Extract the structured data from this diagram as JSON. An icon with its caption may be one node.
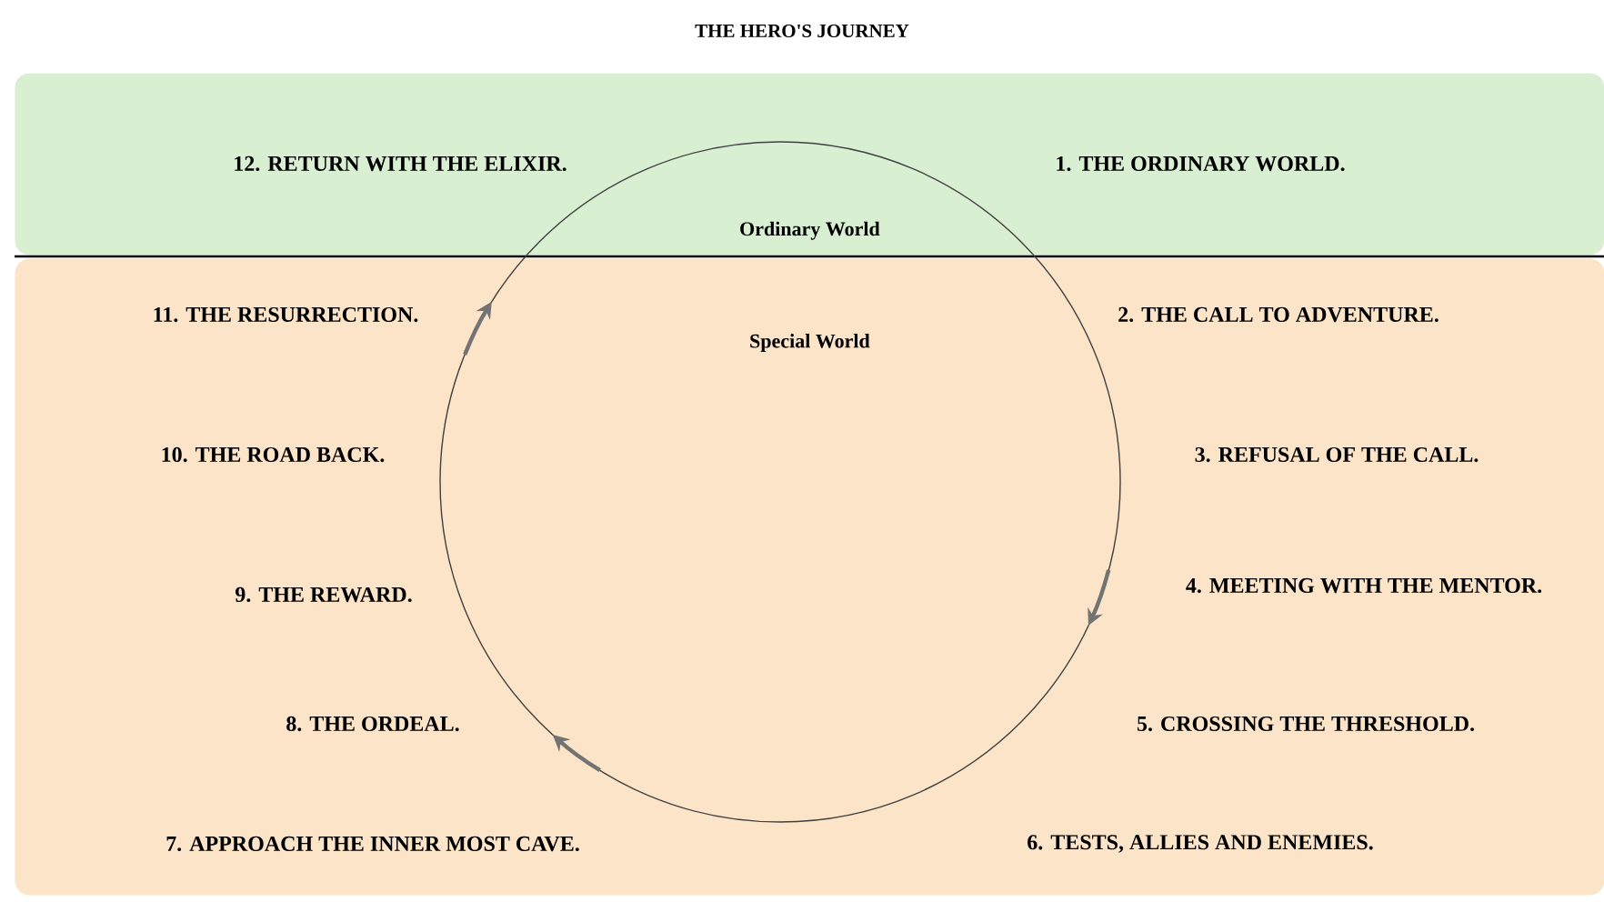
{
  "diagram": {
    "title": "THE HERO'S JOURNEY",
    "nodes": [
      {
        "text": [
          "Ordinary World"
        ]
      },
      {
        "text": [
          "Special World"
        ]
      }
    ],
    "labels": [
      "12. RETURN WITH THE ELIXIR.",
      "1. THE ORDINARY WORLD.",
      "11. THE RESURRECTION.",
      "2. THE CALL TO ADVENTURE.",
      "10. THE ROAD BACK.",
      "3. REFUSAL OF THE CALL.",
      "9. THE REWARD.",
      "4. MEETING WITH THE MENTOR.",
      "8. THE ORDEAL.",
      "5. CROSSING THE THRESHOLD.",
      "7. APPROACH THE INNER MOST CAVE.",
      "6. TESTS, ALLIES AND ENEMIES."
    ]
  }
}
